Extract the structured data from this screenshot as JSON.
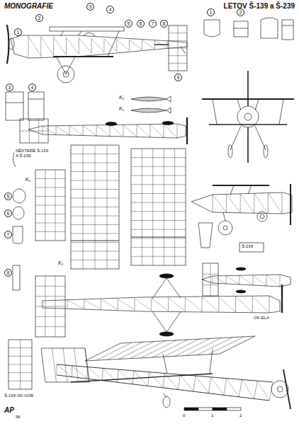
{
  "diagram": {
    "title": "LETOV Š-139 a Š-239",
    "labels": [
      "MONOGRAFIE",
      "1",
      "2",
      "3",
      "4",
      "5",
      "6",
      "7",
      "8",
      "9",
      "1",
      "2",
      "3",
      "4",
      "K₁",
      "K₁",
      "NĚKTERÉ Š-139 A Š-239",
      "5",
      "K₁",
      "6",
      "7",
      "K₁",
      "8",
      "Š-239",
      "OK-ELA",
      "Š-139 OK-VOB",
      "0",
      "1",
      "2",
      "AP",
      "96"
    ]
  }
}
